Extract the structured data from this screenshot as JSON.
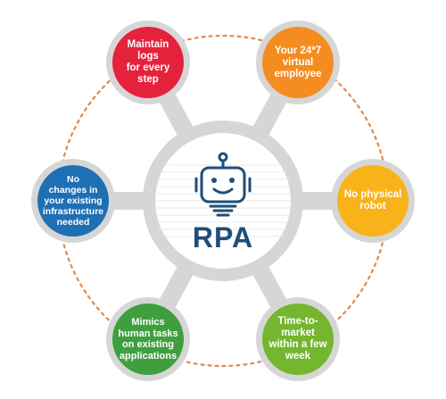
{
  "center": {
    "title": "RPA",
    "icon": "robot-icon"
  },
  "colors": {
    "red": "#e5223b",
    "orange": "#f58c1f",
    "yellow": "#f9b21a",
    "green": "#74b62e",
    "green_dark": "#3f9f3f",
    "blue": "#1f6fb5",
    "navy": "#1f4e79",
    "hub_gray": "#d6d6d6",
    "dotted_orange": "#e2894a"
  },
  "nodes": [
    {
      "id": "maintain-logs",
      "label": "Maintain logs\nfor every\nstep"
    },
    {
      "id": "virtual-employee",
      "label": "Your 24*7\nvirtual\nemployee"
    },
    {
      "id": "no-physical-robot",
      "label": "No physical\nrobot"
    },
    {
      "id": "time-to-market",
      "label": "Time-to-\nmarket\nwithin a few\nweek"
    },
    {
      "id": "mimics-human-tasks",
      "label": "Mimics\nhuman tasks\non existing\napplications"
    },
    {
      "id": "no-infrastructure-changes",
      "label": "No\nchanges in\nyour existing\ninfrastructure\nneeded"
    }
  ]
}
